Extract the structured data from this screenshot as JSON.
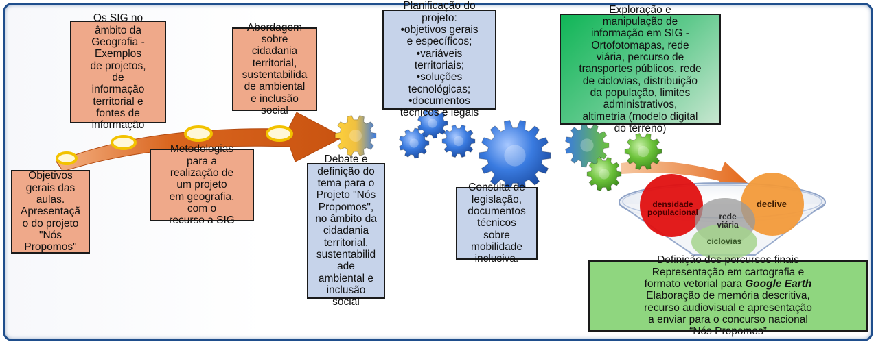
{
  "boxes": {
    "sig": "Os SIG no\nâmbito da\nGeografia -\nExemplos\nde projetos,\nde\ninformação\nterritorial e\nfontes de\ninformação",
    "objetivos": "Objetivos\ngerais das\naulas.\nApresentaçã\no do projeto\n\"Nós\nPropomos\"",
    "metodologias": "Metodologias\npara a\nrealização de\num projeto\nem geografia,\ncom o\nrecurso a SIG",
    "abordagem": "Abordagem\nsobre\ncidadania\nterritorial,\nsustentabilida\nde ambiental\ne inclusão\nsocial",
    "debate": "Debate e\ndefinição do\ntema para o\nProjeto \"Nós\nPropomos\",\nno âmbito da\ncidadania\nterritorial,\nsustentabilid\nade\nambiental e\ninclusão\nsocial",
    "planificacao": "Planificação do\nprojeto:\n•objetivos gerais\ne específicos;\n•variáveis\nterritoriais;\n•soluções\ntecnológicas;\n•documentos\ntécnicos e legais",
    "consulta": "Consulta de\nlegislação,\ndocumentos\ntécnicos\nsobre\nmobilidade\ninclusiva.",
    "exploracao": "Exploração e\nmanipulação de\ninformação em SIG -\nOrtofotomapas, rede\nviária, percurso de\ntransportes públicos, rede\nde ciclovias, distribuição\nda população, limites\nadministrativos,\naltimetria (modelo digital\ndo terreno)",
    "definicao_1": "Definição dos percursos finais\nRepresentação em cartografia e\nformato vetorial para ",
    "definicao_em": "Google Earth",
    "definicao_2": "\nElaboração de memória descritiva,\nrecurso audiovisual e apresentação\na enviar para o concurso nacional\n“Nós Propomos”"
  },
  "funnel": {
    "densidade": "densidade\npopulacional",
    "declive": "declive",
    "rede": "rede\nviária",
    "ciclovias": "ciclovias"
  },
  "colors": {
    "arrow": "#d4601a",
    "orange_box": "#efa98a",
    "blue_box": "#c6d3ea",
    "green_box": "#10b557",
    "gear_blue": "#2f6fd0",
    "gear_green": "#5cb82c",
    "circle_red": "#e01010",
    "circle_orange": "#f29a3a"
  },
  "icons": [
    "gear-icon",
    "milestone-circle-icon",
    "funnel-icon"
  ]
}
